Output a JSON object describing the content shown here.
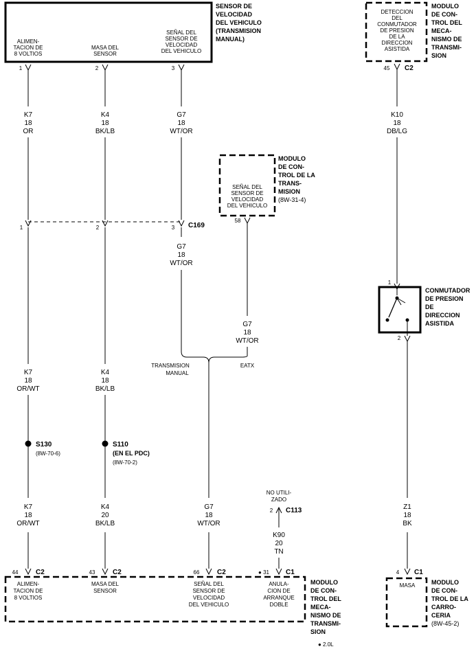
{
  "components": {
    "vss_manual": {
      "title": [
        "SENSOR DE",
        "VELOCIDAD",
        "DEL VEHICULO",
        "(TRANSMISION",
        "MANUAL)"
      ],
      "pins": [
        {
          "num": "1",
          "label": [
            "ALIMEN-",
            "TACION DE",
            "8 VOLTIOS"
          ]
        },
        {
          "num": "2",
          "label": [
            "MASA DEL",
            "SENSOR"
          ]
        },
        {
          "num": "3",
          "label": [
            "SEÑAL DEL",
            "SENSOR DE",
            "VELOCIDAD",
            "DEL VEHICULO"
          ]
        }
      ]
    },
    "pcm_top": {
      "title": [
        "MODULO",
        "DE CON-",
        "TROL DEL",
        "MECA-",
        "NISMO DE",
        "TRANSMI-",
        "SION"
      ],
      "inner": [
        "DETECCION",
        "DEL",
        "CONMUTADOR",
        "DE PRESION",
        "DE LA",
        "DIRECCION",
        "ASISTIDA"
      ],
      "pin": "45",
      "connector": "C2"
    },
    "tcm": {
      "title": [
        "MODULO",
        "DE CON-",
        "TROL DE LA",
        "TRANS-",
        "MISION",
        "(8W-31-4)"
      ],
      "inner": [
        "SEÑAL DEL",
        "SENSOR DE",
        "VELOCIDAD",
        "DEL VEHICULO"
      ],
      "pin": "58"
    },
    "switch": {
      "title": [
        "CONMUTADOR",
        "DE PRESION",
        "DE",
        "DIRECCION",
        "ASISTIDA"
      ],
      "pin_in": "1",
      "pin_out": "2"
    },
    "pcm_bottom": {
      "title": [
        "MODULO",
        "DE CON-",
        "TROL DEL",
        "MECA-",
        "NISMO DE",
        "TRANSMI-",
        "SION"
      ],
      "note": "● 2.0L",
      "pins": [
        {
          "num": "44",
          "conn": "C2",
          "label": [
            "ALIMEN-",
            "TACION DE",
            "8 VOLTIOS"
          ]
        },
        {
          "num": "43",
          "conn": "C2",
          "label": [
            "MASA DEL",
            "SENSOR"
          ]
        },
        {
          "num": "66",
          "conn": "C2",
          "label": [
            "SEÑAL DEL",
            "SENSOR DE",
            "VELOCIDAD",
            "DEL VEHICULO"
          ]
        },
        {
          "num": "● 31",
          "conn": "C1",
          "label": [
            "ANULA-",
            "CION DE",
            "ARRANQUE",
            "DOBLE"
          ]
        }
      ]
    },
    "bcm": {
      "title": [
        "MODULO",
        "DE CON-",
        "TROL DE LA",
        "CARRO-",
        "CERIA",
        "(8W-45-2)"
      ],
      "pin": "4",
      "conn": "C1",
      "label": "MASA"
    }
  },
  "wires": {
    "w1_top": [
      "K7",
      "18",
      "OR"
    ],
    "w2_top": [
      "K4",
      "18",
      "BK/LB"
    ],
    "w3_top": [
      "G7",
      "18",
      "WT/OR"
    ],
    "w10": [
      "K10",
      "18",
      "DB/LG"
    ],
    "w3_mid": [
      "G7",
      "18",
      "WT/OR"
    ],
    "w_tcm": [
      "G7",
      "18",
      "WT/OR"
    ],
    "w1_mid": [
      "K7",
      "18",
      "OR/WT"
    ],
    "w2_mid": [
      "K4",
      "18",
      "BK/LB"
    ],
    "w1_bot": [
      "K7",
      "18",
      "OR/WT"
    ],
    "w2_bot": [
      "K4",
      "20",
      "BK/LB"
    ],
    "w3_bot": [
      "G7",
      "18",
      "WT/OR"
    ],
    "w90": [
      "K90",
      "20",
      "TN"
    ],
    "wz1": [
      "Z1",
      "18",
      "BK"
    ]
  },
  "connectors": {
    "c169": {
      "name": "C169",
      "pins": [
        "1",
        "2",
        "3"
      ]
    },
    "c113": {
      "name": "C113",
      "pin": "2",
      "label": [
        "NO UTILI-",
        "ZADO"
      ]
    }
  },
  "splices": {
    "s130": {
      "name": "S130",
      "ref": "(8W-70-6)"
    },
    "s110": {
      "name": "S110",
      "sub": "(EN EL PDC)",
      "ref": "(8W-70-2)"
    }
  },
  "branch": {
    "left": [
      "TRANSMISION",
      "MANUAL"
    ],
    "right": "EATX"
  }
}
